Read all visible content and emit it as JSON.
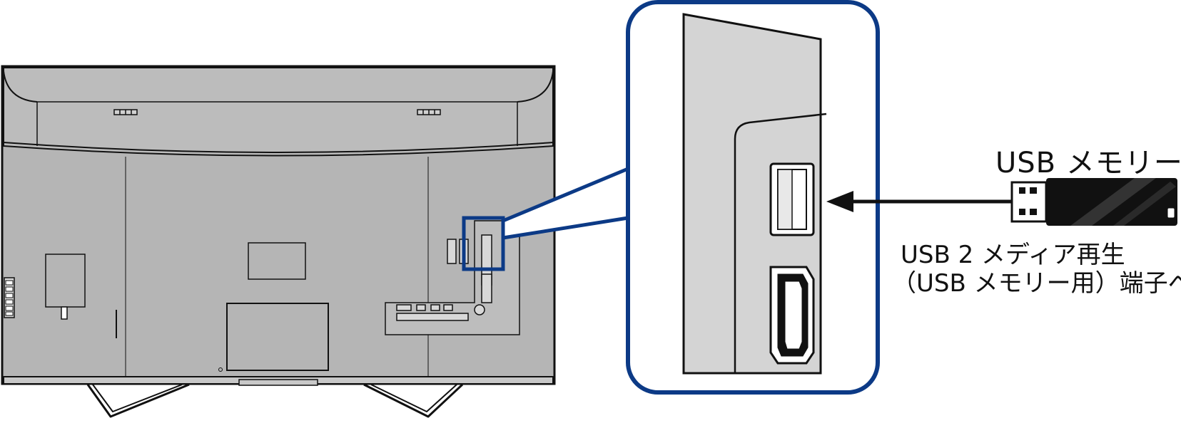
{
  "labels": {
    "usb_device": "USB メモリー",
    "port_line1": "USB 2 メディア再生",
    "port_line2": "（USB メモリー用）端子へ"
  },
  "colors": {
    "panel_gray": "#b5b5b5",
    "zoom_gray": "#d4d4d4",
    "callout_blue": "#0c3a86",
    "outline": "#111111",
    "background": "#ffffff"
  },
  "icons": {
    "usb_stick": "usb-memory-stick-icon",
    "usb_port": "usb-port-icon",
    "hdmi_port": "hdmi-port-icon",
    "arrow": "arrow-left-icon"
  }
}
